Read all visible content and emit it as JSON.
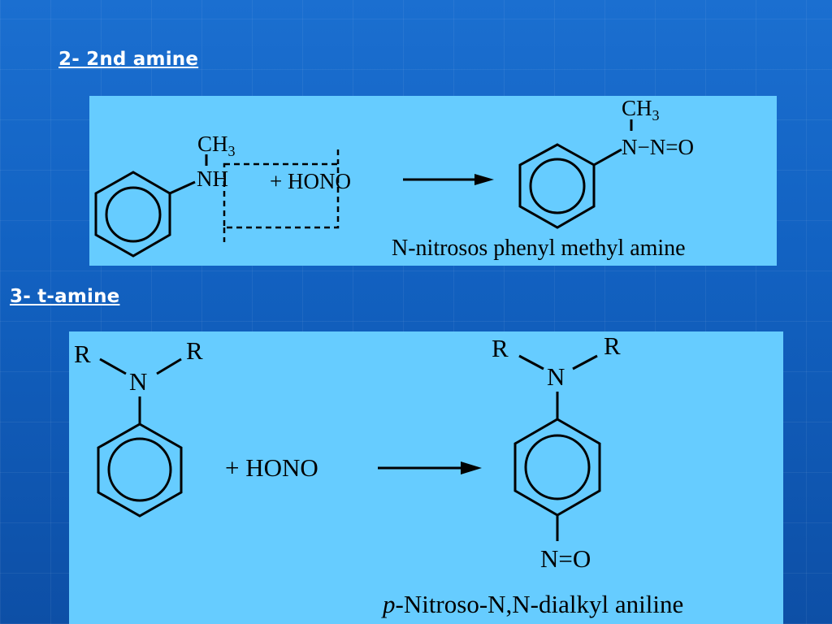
{
  "sections": [
    {
      "heading": "2- 2nd amine",
      "reactant": {
        "top_group": "CH",
        "top_sub": "3",
        "amine_group": "NH"
      },
      "reagent": "+ HONO",
      "product": {
        "top_group": "CH",
        "top_sub": "3",
        "chain": "N−N=O"
      },
      "product_name": "N-nitrosos phenyl methyl amine"
    },
    {
      "heading": "3- t-amine",
      "reactant": {
        "left_sub": "R",
        "right_sub": "R",
        "atom": "N"
      },
      "reagent": "+ HONO",
      "product": {
        "left_sub": "R",
        "right_sub": "R",
        "atom": "N",
        "bottom_group": "N=O"
      },
      "product_name_prefix": "p",
      "product_name_rest": "-Nitroso-N,N-dialkyl aniline"
    }
  ],
  "colors": {
    "background": "#1565c8",
    "panel": "#66ccff",
    "heading": "#ffffff"
  }
}
